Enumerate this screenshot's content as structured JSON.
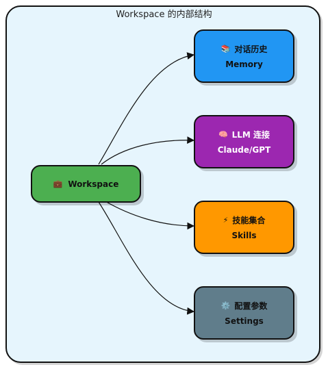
{
  "title": "Workspace 的内部结构",
  "center": {
    "label": "Workspace",
    "icon": "💼",
    "icon_name": "briefcase-icon",
    "color": "#4caf50"
  },
  "children": [
    {
      "id": "memory",
      "label": "对话历史",
      "sub": "Memory",
      "icon": "📚",
      "icon_name": "books-icon",
      "color": "#2196f3",
      "text_color": "#111111"
    },
    {
      "id": "llm",
      "label": "LLM 连接",
      "sub": "Claude/GPT",
      "icon": "🧠",
      "icon_name": "brain-icon",
      "color": "#9c27b0",
      "text_color": "#ffffff"
    },
    {
      "id": "skills",
      "label": "技能集合",
      "sub": "Skills",
      "icon": "⚡",
      "icon_name": "lightning-icon",
      "color": "#ff9800",
      "text_color": "#111111"
    },
    {
      "id": "settings",
      "label": "配置参数",
      "sub": "Settings",
      "icon": "⚙️",
      "icon_name": "gear-icon",
      "color": "#607d8b",
      "text_color": "#111111"
    }
  ]
}
